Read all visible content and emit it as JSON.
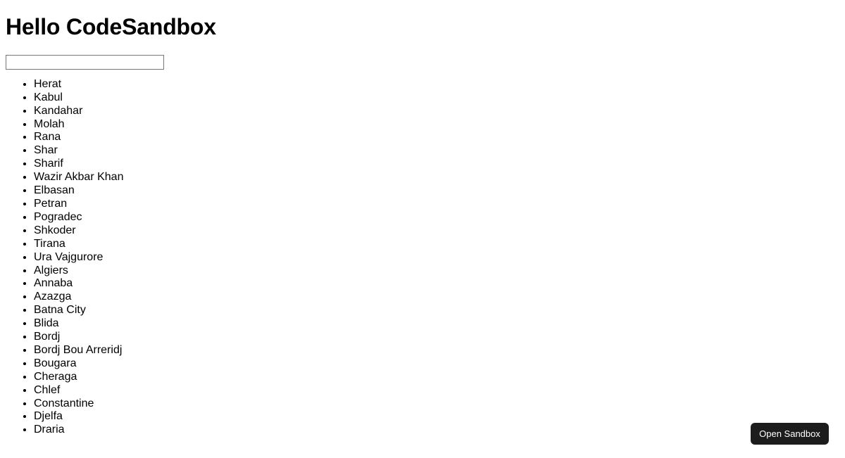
{
  "page": {
    "title": "Hello CodeSandbox",
    "background_color": "#ffffff",
    "text_color": "#000000"
  },
  "search": {
    "value": "",
    "placeholder": ""
  },
  "list": {
    "items": [
      "Herat",
      "Kabul",
      "Kandahar",
      "Molah",
      "Rana",
      "Shar",
      "Sharif",
      "Wazir Akbar Khan",
      "Elbasan",
      "Petran",
      "Pogradec",
      "Shkoder",
      "Tirana",
      "Ura Vajgurore",
      "Algiers",
      "Annaba",
      "Azazga",
      "Batna City",
      "Blida",
      "Bordj",
      "Bordj Bou Arreridj",
      "Bougara",
      "Cheraga",
      "Chlef",
      "Constantine",
      "Djelfa",
      "Draria"
    ]
  },
  "open_sandbox": {
    "label": "Open Sandbox",
    "background_color": "#1c1c1c",
    "text_color": "#ffffff"
  }
}
